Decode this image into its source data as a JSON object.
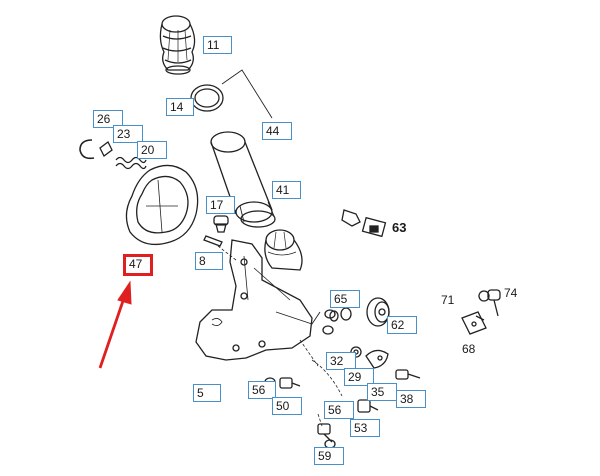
{
  "diagram": {
    "boxed_labels": [
      {
        "id": "11",
        "text": "11"
      },
      {
        "id": "14",
        "text": "14"
      },
      {
        "id": "26",
        "text": "26"
      },
      {
        "id": "23",
        "text": "23"
      },
      {
        "id": "20",
        "text": "20"
      },
      {
        "id": "44",
        "text": "44"
      },
      {
        "id": "41",
        "text": "41"
      },
      {
        "id": "17",
        "text": "17"
      },
      {
        "id": "8",
        "text": "8"
      },
      {
        "id": "65",
        "text": "65"
      },
      {
        "id": "62",
        "text": "62"
      },
      {
        "id": "32",
        "text": "32"
      },
      {
        "id": "29",
        "text": "29"
      },
      {
        "id": "35",
        "text": "35"
      },
      {
        "id": "38",
        "text": "38"
      },
      {
        "id": "56a",
        "text": "56"
      },
      {
        "id": "50",
        "text": "50"
      },
      {
        "id": "56b",
        "text": "56"
      },
      {
        "id": "53",
        "text": "53"
      },
      {
        "id": "59",
        "text": "59"
      },
      {
        "id": "5",
        "text": "5"
      }
    ],
    "highlighted_label": {
      "text": "47",
      "color": "#e02020"
    },
    "plain_labels": [
      {
        "id": "63",
        "text": "63"
      },
      {
        "id": "71",
        "text": "71"
      },
      {
        "id": "74",
        "text": "74"
      },
      {
        "id": "68",
        "text": "68"
      }
    ],
    "accent_color": "#4a90c8",
    "arrow_color": "#e02020"
  }
}
